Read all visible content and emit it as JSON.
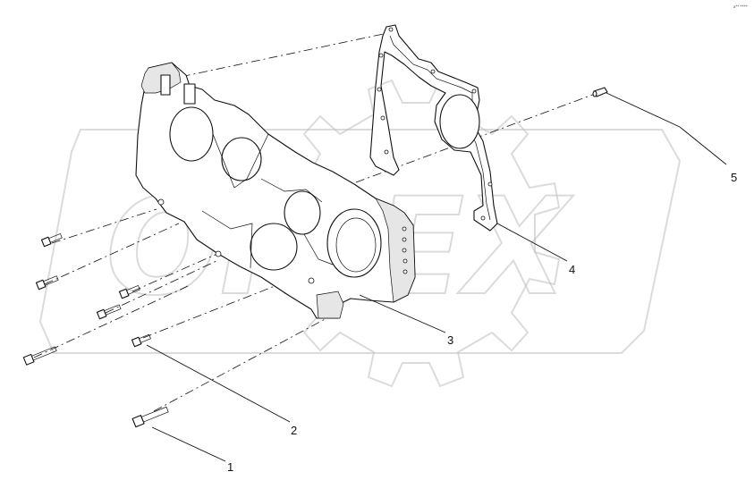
{
  "watermark": {
    "text": "ORIEX"
  },
  "corner_mark": "a** ****",
  "callouts": [
    {
      "id": "1",
      "label": "1"
    },
    {
      "id": "2",
      "label": "2"
    },
    {
      "id": "3",
      "label": "3"
    },
    {
      "id": "4",
      "label": "4"
    },
    {
      "id": "5",
      "label": "5"
    }
  ],
  "parts": {
    "1": "long-bolt",
    "2": "short-bolt",
    "3": "timing-gear-housing",
    "4": "housing-gasket",
    "5": "dowel-pin"
  }
}
